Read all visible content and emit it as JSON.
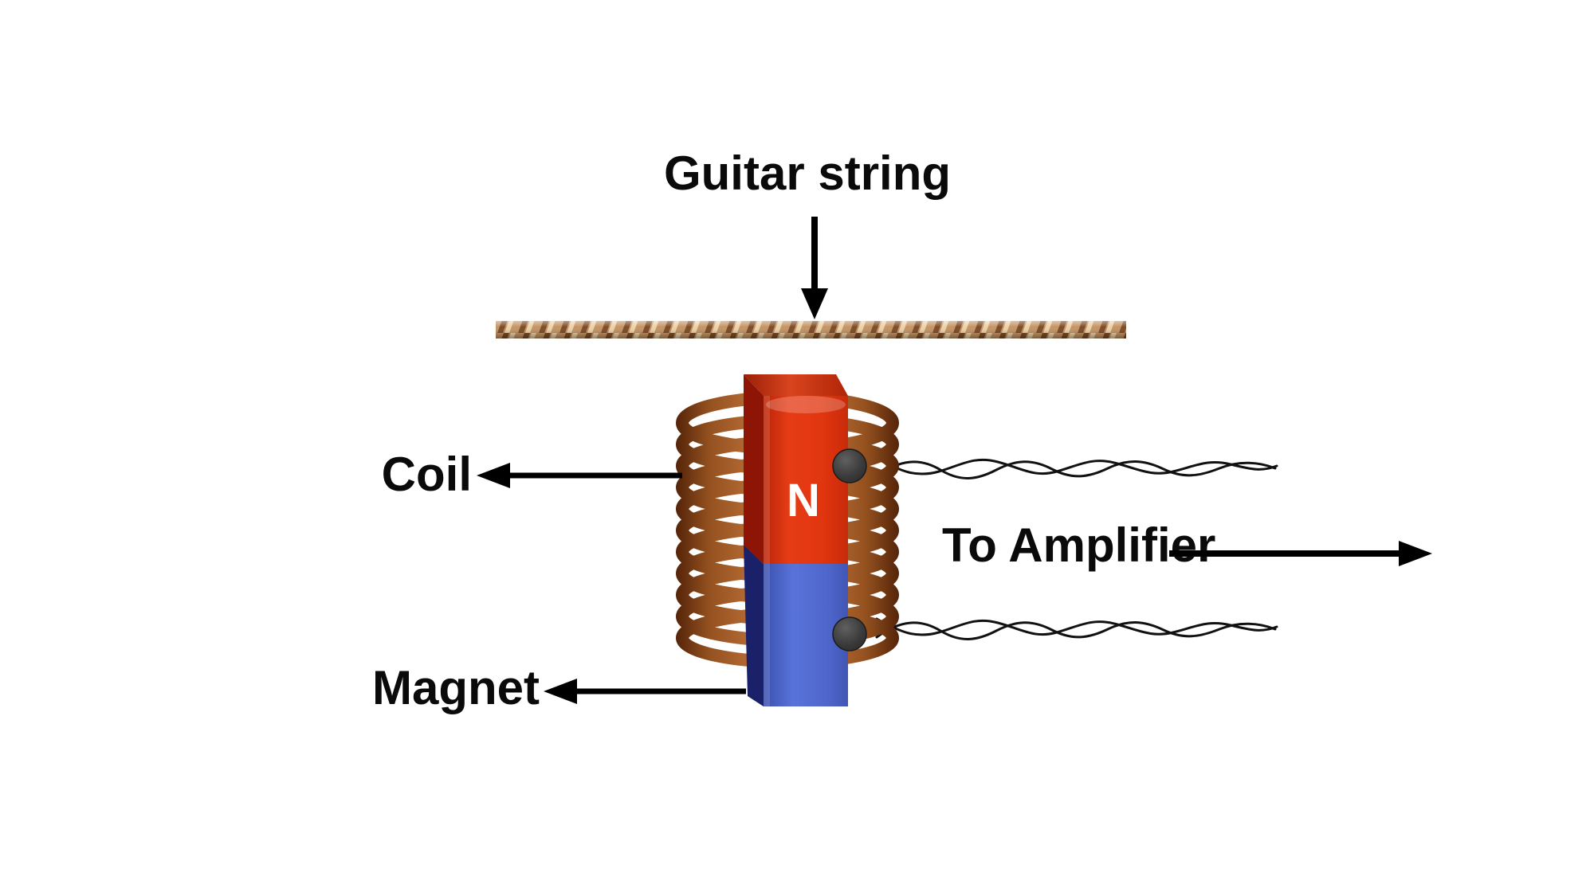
{
  "diagram": {
    "labels": {
      "guitar_string": "Guitar string",
      "coil": "Coil",
      "magnet": "Magnet",
      "to_amplifier": "To Amplifier",
      "magnet_pole": "N"
    },
    "colors": {
      "background": "#ffffff",
      "text": "#0a0a0a",
      "arrow": "#000000",
      "magnet_red": "#e63c16",
      "magnet_red_side": "#8e1505",
      "magnet_blue": "#5873da",
      "magnet_blue_side": "#1b2168",
      "copper": "#c97a42",
      "rope_tan": "#c49465",
      "rope_dark": "#7d4c26",
      "rope_light": "#ecd2a8",
      "terminal_gray": "#2a2a2a",
      "wire_black": "#111111",
      "pole_text": "#ffffff"
    }
  }
}
